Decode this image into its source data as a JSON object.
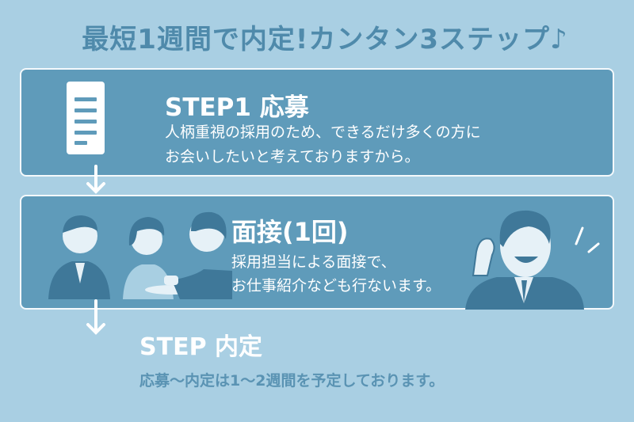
{
  "title": "最短1週間で内定!カンタン3ステップ♪",
  "step1": {
    "heading": "STEP1 応募",
    "line1": "人柄重視の採用のため、できるだけ多くの方に",
    "line2": "お会いしたいと考えておりますから。"
  },
  "step2": {
    "heading": "面接(1回)",
    "line1": "採用担当による面接で、",
    "line2": "お仕事紹介なども行ないます。"
  },
  "step3": {
    "heading": "STEP 内定",
    "text": "応募〜内定は1〜2週間を予定しております。"
  }
}
